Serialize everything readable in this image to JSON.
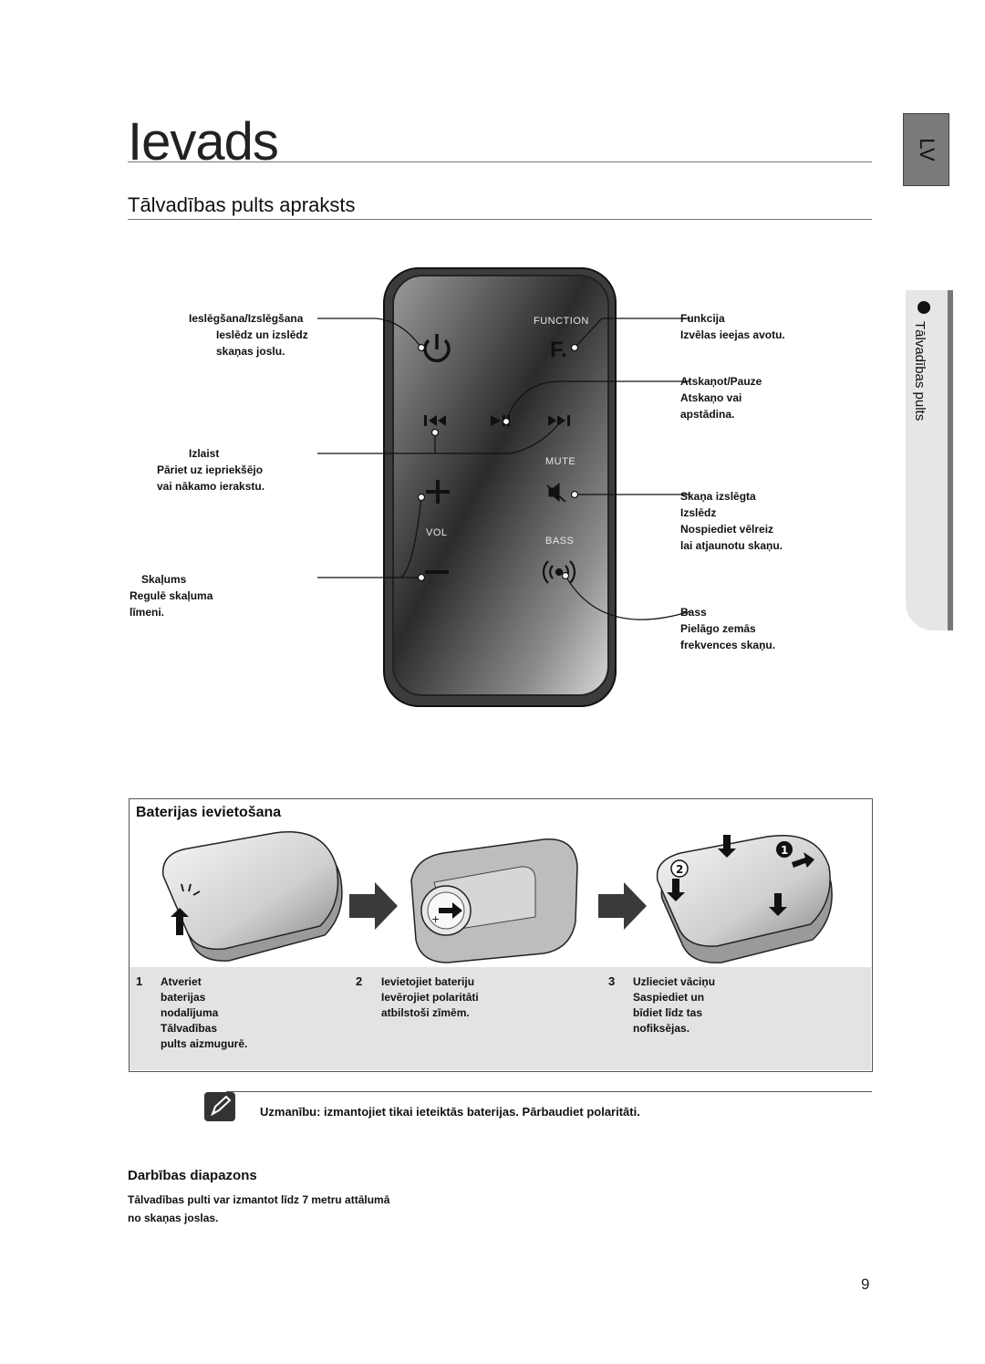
{
  "header": {
    "title": "Ievads",
    "subtitle": "Tālvadības pults apraksts",
    "lang_tab": "LV"
  },
  "side_tab": {
    "label": "Tālvadības pults"
  },
  "remote": {
    "function_label": "FUNCTION",
    "function_key": "F.",
    "mute_label": "MUTE",
    "vol_label": "VOL",
    "bass_label": "BASS"
  },
  "callouts": {
    "power_title": "Ieslēgšana/Izslēgšana",
    "power_body": "Ieslēdz un izslēdz\nskaņas joslu.",
    "skip_title": "Izlaist",
    "skip_body": "Pāriet uz iepriekšējo\nvai nākamo ierakstu.",
    "volume_title": "Skaļums",
    "volume_body": "Regulē skaļuma\nlīmeni.",
    "function_title": "Funkcija",
    "function_body": "Izvēlas ieejas avotu.",
    "playpause_title": "Atskaņot/Pauze",
    "playpause_body": "Atskaņo vai\napstādina.",
    "mute_title": "Skaņa izslēgta",
    "mute_body": "Izslēdz\nNospiediet vēlreiz\nlai atjaunotu skaņu.",
    "bass_title": "Bass",
    "bass_body": "Pielāgo zemās\nfrekvences skaņu."
  },
  "battery": {
    "title": "Baterijas ievietošana",
    "steps": [
      {
        "num": "1",
        "text": "Atveriet\nbaterijas\nnodalījuma\nTālvadības\npults aizmugurē."
      },
      {
        "num": "2",
        "text": "Ievietojiet bateriju\nIevērojiet polaritāti\natbilstoši zīmēm."
      },
      {
        "num": "3",
        "text": "Uzlieciet vāciņu\nSaspiediet un\nbīdiet līdz tas\nnofiksējas."
      }
    ]
  },
  "note": {
    "text": "Uzmanību: izmantojiet tikai ieteiktās baterijas. Pārbaudiet polaritāti."
  },
  "section": {
    "title": "Darbības diapazons",
    "text": "Tālvadības pulti var izmantot līdz 7 metru attālumā\nno skaņas joslas."
  },
  "page_number": "9",
  "colors": {
    "accent_tab": "#7a7a7a",
    "remote_body": "#4a4a4a",
    "band": "#e3e3e3"
  }
}
